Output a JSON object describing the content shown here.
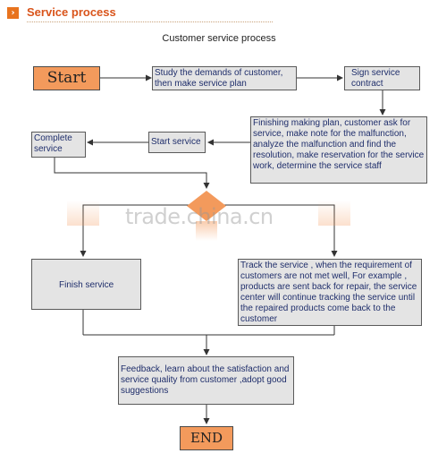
{
  "header": {
    "icon_glyph": "›",
    "title": "Service process"
  },
  "diagram": {
    "title": "Customer service process",
    "nodes": {
      "start": "Start",
      "study": "Study the demands of customer, then make service plan",
      "sign": "Sign service contract",
      "finishing_plan": "Finishing making plan, customer ask for service, make note for the malfunction, analyze the malfunction and find the  resolution, make reservation for the service work, determine the service staff",
      "start_service": "Start service",
      "complete": "Complete service",
      "finish": "Finish service",
      "track": "Track the service , when the requirement of customers are not met well, For example , products are sent back for repair, the service center will continue tracking the service until the repaired products come   back to the customer",
      "feedback": "Feedback, learn about the satisfaction  and service quality from customer ,adopt good suggestions",
      "end": "END"
    }
  },
  "watermark": "trade.china.cn",
  "colors": {
    "terminal": "#f39a5c",
    "box": "#e4e4e4",
    "text": "#1f2e6b",
    "accent": "#d9541b"
  }
}
